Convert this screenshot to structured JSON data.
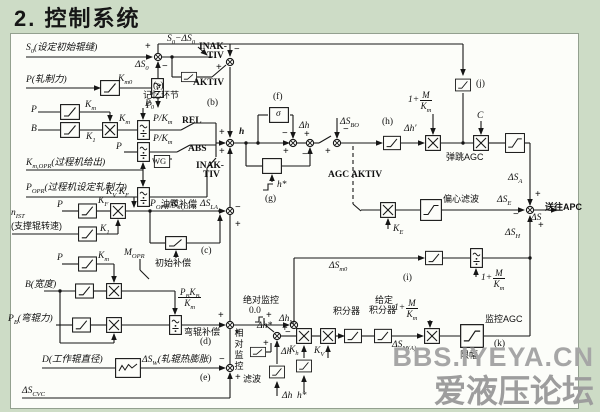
{
  "title": "2. 控制系统",
  "watermark": {
    "line1": "BBS.IYEYA.CN",
    "line2": "爱液压论坛"
  },
  "labels": {
    "s0_in": "S_{0}(设定初始辊缝)",
    "p_in": "P(轧制力)",
    "km0": "K_{m0}",
    "ds0": "ΔS_{0}",
    "p0": "P_{0}",
    "s0m": "S_{0}−ΔS_{0}",
    "ina1": "INAK-",
    "ina1b": "TIV",
    "aktiv": "AKTIV",
    "mem": "记忆环节",
    "tag_a": "(a)",
    "tag_b": "(b)",
    "p_b": "P",
    "b_b": "B",
    "km1": "K_{m}",
    "k1a": "K_{1}",
    "km2": "K_{m}",
    "p_d1": "P",
    "pkm1": "P/K_{m}",
    "rel": "REL",
    "p_d2": "P",
    "pkm2": "P/K_{m}",
    "abs": "ABS",
    "wg": "WG",
    "ina2": "INAK-",
    "ina2b": "TIV",
    "kmopr_in": "K_{m,OPR}(过程机给出)",
    "popr_in": "P_{OPR}(过程机设定轧制力)",
    "popr_out": "P_{OPR}/K_{m,OPR}",
    "h_l": "h",
    "tag_f": "(f)",
    "sigma": "σ",
    "dh1": "Δh",
    "hstar1": "h*",
    "tag_g": "(g)",
    "dsbo": "ΔS_{BO}",
    "tag_h": "(h)",
    "dhp": "Δh′",
    "c_l": "C",
    "tantiao": "弹跳AGC",
    "agcakt": "AGC AKTIV",
    "ke": "K_{E}",
    "pianxin": "偏心滤波",
    "dse": "ΔS_{E}",
    "dsa": "ΔS_{A}",
    "song": "送往APC",
    "ds_o": "ΔS",
    "dsh": "ΔS_{H}",
    "tag_j": "(j)",
    "dsm0": "ΔS_{m0}",
    "tag_i": "(i)",
    "p_c": "P",
    "kf": "K_{F}",
    "kvkf": "K_{V}·K_{F}",
    "nist": "n_{IST}",
    "nist2": "(支撑辊转速)",
    "k1b": "K_{1}",
    "youmo": "油膜补偿",
    "dsla": "ΔS_{LA}",
    "chushi": "初始补偿",
    "tag_c": "(c)",
    "p_d": "P",
    "km3": "K_{m}",
    "mopr": "M_{OPR}",
    "b_in": "B(宽度)",
    "pb_in": "P_{B}(弯辊力)",
    "wangun": "弯辊补偿",
    "tag_d": "(d)",
    "d_in": "D(工作辊直径)",
    "dsw": "ΔS_{W}(轧辊热膨胀)",
    "tag_e": "(e)",
    "dscvc": "ΔS_{CVC}",
    "juedui": "绝对监控",
    "zero": "0.0",
    "dhstar": "Δh*",
    "xiangdui": "相对监控",
    "dhm": "Δh_{M}",
    "dh2": "Δh",
    "kh": "K_{h}",
    "kv": "K_{V}",
    "jifen": "积分器",
    "geiding": "给定",
    "geiding2": "积分器",
    "dsma": "ΔS_{M(A)}",
    "lvbo": "滤波",
    "dh3": "Δh",
    "hstar2": "h*",
    "jiankong": "监控AGC",
    "tag_k": "(k)",
    "xianfu": "限幅"
  },
  "fractions": {
    "fr1": {
      "prefix": "1+",
      "num": "M",
      "den": "K_{m}"
    },
    "fr2": {
      "prefix": "1+",
      "num": "M",
      "den": "K_{m}"
    },
    "fr3": {
      "prefix": "1+",
      "num": "M",
      "den": "K_{m}"
    },
    "fr4": {
      "prefix": "",
      "num": "P_{B}K_{B}",
      "den": "K_{m}"
    }
  },
  "signs": {
    "j1t": "+",
    "j1b": "−",
    "j2t": "−",
    "j2l": "+",
    "j3t": "+",
    "j3b": "+",
    "j4t": "−",
    "j4l": "+",
    "j5t": "+",
    "j5b": "−",
    "j6t": "−",
    "j6l": "+",
    "j9t": "−",
    "j9b": "+",
    "j10l": "+",
    "j10b": "+",
    "j12l": "+",
    "j12b": "+",
    "j11t": "−",
    "j11b": "+",
    "j8l": "+",
    "j8t": "−",
    "j7t": "+",
    "j7l": "−",
    "j7b": "+"
  }
}
